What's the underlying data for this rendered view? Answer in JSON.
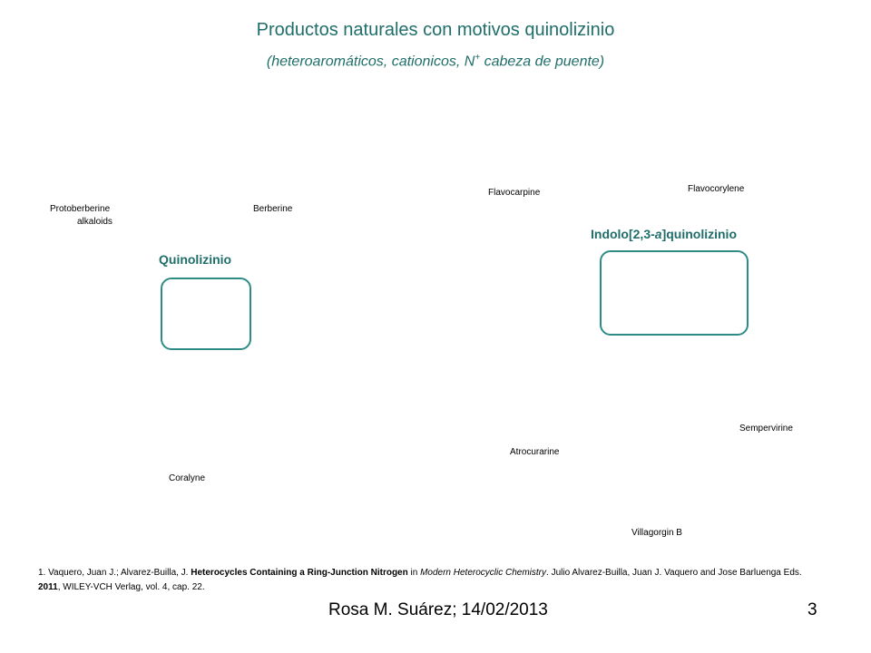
{
  "header": {
    "title": "Productos naturales con motivos quinolizinio",
    "subtitle_pre": "(heteroaromáticos, cationicos, N",
    "subtitle_sup": "+",
    "subtitle_post": " cabeza de puente)"
  },
  "sections": {
    "quinolizinio": "Quinolizinio",
    "indolo_pre": "Indolo[2,3-",
    "indolo_it": "a",
    "indolo_post": "]quinolizinio"
  },
  "compounds": {
    "protoberberine": "Protoberberine",
    "alkaloids": "alkaloids",
    "berberine": "Berberine",
    "flavocarpine": "Flavocarpine",
    "flavocorylene": "Flavocorylene",
    "coralyne": "Coralyne",
    "atrocurarine": "Atrocurarine",
    "sempervirine": "Sempervirine",
    "villagorgin": "Villagorgin B"
  },
  "footnote": {
    "num": "1.",
    "authors": "Vaquero, Juan J.; Alvarez-Builla, J.",
    "title": "Heterocycles Containing a Ring-Junction Nitrogen",
    "in": "in",
    "book": "Modern Heterocyclic Chemistry",
    "editors": ". Julio Alvarez-Builla, Juan J. Vaquero and Jose Barluenga Eds.",
    "year": "2011",
    "publisher": ", WILEY-VCH Verlag, vol. 4, cap. 22."
  },
  "footer": {
    "author_date": "Rosa M. Suárez; 14/02/2013",
    "page_number": "3"
  },
  "colors": {
    "accent": "#1f6e6a",
    "box": "#2e8b86"
  }
}
